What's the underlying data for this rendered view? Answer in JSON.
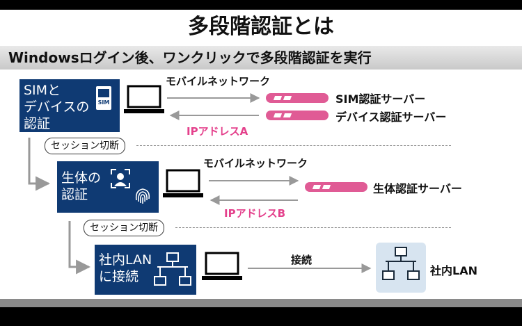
{
  "title": "多段階認証とは",
  "subtitle": "Windowsログイン後、ワンクリックで多段階認証を実行",
  "steps": {
    "sim_device": {
      "label_line1": "SIMと",
      "label_line2": "デバイスの",
      "label_line3": "認証",
      "sim_icon_text": "SIM",
      "network_label": "モバイルネットワーク",
      "ip_label": "IPアドレスA",
      "servers": [
        "SIM認証サーバー",
        "デバイス認証サーバー"
      ]
    },
    "session_cut_1": "セッション切断",
    "biometric": {
      "label_line1": "生体の",
      "label_line2": "認証",
      "network_label": "モバイルネットワーク",
      "ip_label": "IPアドレスB",
      "server": "生体認証サーバー"
    },
    "session_cut_2": "セッション切断",
    "lan": {
      "label_line1": "社内LAN",
      "label_line2": "に接続",
      "connect_label": "接続",
      "destination": "社内LAN"
    }
  },
  "colors": {
    "card": "#0f3a73",
    "server": "#e05b95",
    "ip_text": "#e4418c",
    "lan_box": "#d7e4f0"
  },
  "icons": [
    "sim-card-icon",
    "laptop-icon",
    "server-icon",
    "face-scan-icon",
    "fingerprint-icon",
    "network-icon"
  ]
}
